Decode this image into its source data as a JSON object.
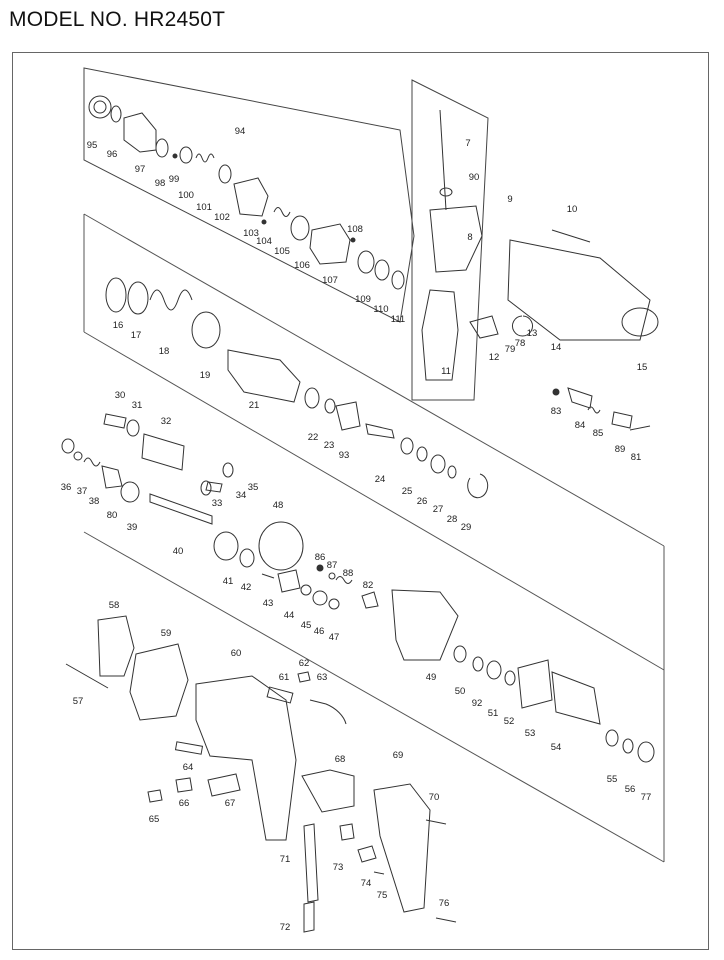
{
  "header": {
    "title": "MODEL NO. HR2450T"
  },
  "parts": [
    {
      "id": "7",
      "label": "7"
    },
    {
      "id": "8",
      "label": "8"
    },
    {
      "id": "9",
      "label": "9"
    },
    {
      "id": "10",
      "label": "10"
    },
    {
      "id": "11",
      "label": "11"
    },
    {
      "id": "12",
      "label": "12"
    },
    {
      "id": "13",
      "label": "13"
    },
    {
      "id": "14",
      "label": "14"
    },
    {
      "id": "15",
      "label": "15"
    },
    {
      "id": "16",
      "label": "16"
    },
    {
      "id": "17",
      "label": "17"
    },
    {
      "id": "18",
      "label": "18"
    },
    {
      "id": "19",
      "label": "19"
    },
    {
      "id": "21",
      "label": "21"
    },
    {
      "id": "22",
      "label": "22"
    },
    {
      "id": "23",
      "label": "23"
    },
    {
      "id": "24",
      "label": "24"
    },
    {
      "id": "25",
      "label": "25"
    },
    {
      "id": "26",
      "label": "26"
    },
    {
      "id": "27",
      "label": "27"
    },
    {
      "id": "28",
      "label": "28"
    },
    {
      "id": "29",
      "label": "29"
    },
    {
      "id": "30",
      "label": "30"
    },
    {
      "id": "31",
      "label": "31"
    },
    {
      "id": "32",
      "label": "32"
    },
    {
      "id": "33",
      "label": "33"
    },
    {
      "id": "34",
      "label": "34"
    },
    {
      "id": "35",
      "label": "35"
    },
    {
      "id": "36",
      "label": "36"
    },
    {
      "id": "37",
      "label": "37"
    },
    {
      "id": "38",
      "label": "38"
    },
    {
      "id": "39",
      "label": "39"
    },
    {
      "id": "40",
      "label": "40"
    },
    {
      "id": "41",
      "label": "41"
    },
    {
      "id": "42",
      "label": "42"
    },
    {
      "id": "43",
      "label": "43"
    },
    {
      "id": "44",
      "label": "44"
    },
    {
      "id": "45",
      "label": "45"
    },
    {
      "id": "46",
      "label": "46"
    },
    {
      "id": "47",
      "label": "47"
    },
    {
      "id": "48",
      "label": "48"
    },
    {
      "id": "49",
      "label": "49"
    },
    {
      "id": "50",
      "label": "50"
    },
    {
      "id": "51",
      "label": "51"
    },
    {
      "id": "52",
      "label": "52"
    },
    {
      "id": "53",
      "label": "53"
    },
    {
      "id": "54",
      "label": "54"
    },
    {
      "id": "55",
      "label": "55"
    },
    {
      "id": "56",
      "label": "56"
    },
    {
      "id": "57",
      "label": "57"
    },
    {
      "id": "58",
      "label": "58"
    },
    {
      "id": "59",
      "label": "59"
    },
    {
      "id": "60",
      "label": "60"
    },
    {
      "id": "61",
      "label": "61"
    },
    {
      "id": "62",
      "label": "62"
    },
    {
      "id": "63",
      "label": "63"
    },
    {
      "id": "64",
      "label": "64"
    },
    {
      "id": "65",
      "label": "65"
    },
    {
      "id": "66",
      "label": "66"
    },
    {
      "id": "67",
      "label": "67"
    },
    {
      "id": "68",
      "label": "68"
    },
    {
      "id": "69",
      "label": "69"
    },
    {
      "id": "70",
      "label": "70"
    },
    {
      "id": "71",
      "label": "71"
    },
    {
      "id": "72",
      "label": "72"
    },
    {
      "id": "73",
      "label": "73"
    },
    {
      "id": "74",
      "label": "74"
    },
    {
      "id": "75",
      "label": "75"
    },
    {
      "id": "76",
      "label": "76"
    },
    {
      "id": "77",
      "label": "77"
    },
    {
      "id": "78",
      "label": "78"
    },
    {
      "id": "79",
      "label": "79"
    },
    {
      "id": "80",
      "label": "80"
    },
    {
      "id": "81",
      "label": "81"
    },
    {
      "id": "82",
      "label": "82"
    },
    {
      "id": "83",
      "label": "83"
    },
    {
      "id": "84",
      "label": "84"
    },
    {
      "id": "85",
      "label": "85"
    },
    {
      "id": "86",
      "label": "86"
    },
    {
      "id": "87",
      "label": "87"
    },
    {
      "id": "88",
      "label": "88"
    },
    {
      "id": "89",
      "label": "89"
    },
    {
      "id": "90",
      "label": "90"
    },
    {
      "id": "92",
      "label": "92"
    },
    {
      "id": "93",
      "label": "93"
    },
    {
      "id": "94",
      "label": "94"
    },
    {
      "id": "95",
      "label": "95"
    },
    {
      "id": "96",
      "label": "96"
    },
    {
      "id": "97",
      "label": "97"
    },
    {
      "id": "98",
      "label": "98"
    },
    {
      "id": "99",
      "label": "99"
    },
    {
      "id": "100",
      "label": "100"
    },
    {
      "id": "101",
      "label": "101"
    },
    {
      "id": "102",
      "label": "102"
    },
    {
      "id": "103",
      "label": "103"
    },
    {
      "id": "104",
      "label": "104"
    },
    {
      "id": "105",
      "label": "105"
    },
    {
      "id": "106",
      "label": "106"
    },
    {
      "id": "107",
      "label": "107"
    },
    {
      "id": "108",
      "label": "108"
    },
    {
      "id": "109",
      "label": "109"
    },
    {
      "id": "110",
      "label": "110"
    },
    {
      "id": "111",
      "label": "111"
    }
  ]
}
